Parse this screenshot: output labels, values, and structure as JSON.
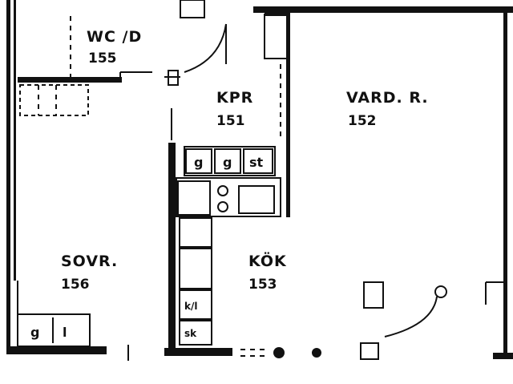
{
  "rooms": [
    {
      "id": "wc",
      "name": "WC /D",
      "number": "155"
    },
    {
      "id": "kpr",
      "name": "KPR",
      "number": "151"
    },
    {
      "id": "vard",
      "name": "VARD. R.",
      "number": "152"
    },
    {
      "id": "sovr",
      "name": "SOVR.",
      "number": "156"
    },
    {
      "id": "kok",
      "name": "KÖK",
      "number": "153"
    }
  ],
  "cabinets": {
    "hall_1": "g",
    "hall_2": "g",
    "hall_3": "st",
    "bed_1": "g",
    "bed_2": "l",
    "kitchen_1": "k/l",
    "kitchen_2": "sk"
  }
}
